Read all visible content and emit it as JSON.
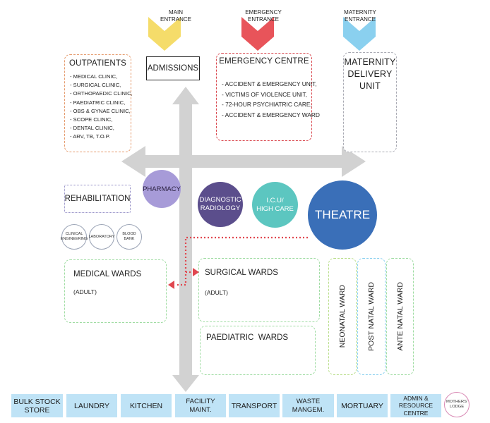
{
  "entrances": [
    {
      "label_line1": "MAIN",
      "label_line2": "ENTRANCE",
      "color": "#f5dc6a"
    },
    {
      "label_line1": "EMERGENCY",
      "label_line2": "ENTRANCE",
      "color": "#e8545a"
    },
    {
      "label_line1": "MATERNITY",
      "label_line2": "ENTRANCE",
      "color": "#8ad0ef"
    }
  ],
  "outpatients": {
    "title": "OUTPATIENTS",
    "color": "#e59a6c",
    "items": [
      "- MEDICAL CLINIC,",
      "- SURGICAL CLINIC,",
      "- ORTHOPAEDIC CLINIC,",
      "- PAEDIATRIC CLINIC,",
      "- OBS & GYNAE CLINIC,",
      "- SCOPE CLINIC,",
      "- DENTAL CLINIC,",
      "- ARV, TB, T.O.P."
    ]
  },
  "admissions": {
    "title": "ADMISSIONS"
  },
  "emergency_centre": {
    "title": "EMERGENCY CENTRE",
    "color": "#d9474e",
    "items": [
      "- ACCIDENT & EMERGENCY UNIT,",
      "- VICTIMS OF VIOLENCE UNIT,",
      "- 72-HOUR PSYCHIATRIC CARE,",
      "- ACCIDENT & EMERGENCY WARD"
    ]
  },
  "maternity": {
    "line1": "MATERNITY",
    "line2": "DELIVERY",
    "line3": "UNIT",
    "color": "#a9aab3"
  },
  "rehabilitation": {
    "title": "REHABILITATION",
    "color": "#8d87c2"
  },
  "pharmacy": {
    "label": "PHARMACY",
    "color": "#a79bd8"
  },
  "diagnostic_radiology": {
    "line1": "DIAGNOSTIC",
    "line2": "RADIOLOGY",
    "color": "#5b4e8c"
  },
  "icu": {
    "line1": "I.C.U/",
    "line2": "HIGH CARE",
    "color": "#5cc6c0"
  },
  "theatre": {
    "label": "THEATRE",
    "color": "#3a6fb8"
  },
  "support": [
    {
      "line1": "CLINICAL",
      "line2": "ENGINEERING"
    },
    {
      "line1": "LABORATORY",
      "line2": ""
    },
    {
      "line1": "BLOOD",
      "line2": "BANK"
    }
  ],
  "medical_wards": {
    "title": "MEDICAL WARDS",
    "sub": "(ADULT)",
    "color": "#9fdca2"
  },
  "surgical_wards": {
    "title": "SURGICAL WARDS",
    "sub": "(ADULT)",
    "color": "#9fdca2"
  },
  "paediatric_wards": {
    "title": "PAEDIATRIC  WARDS",
    "color": "#9fdca2"
  },
  "maternity_wards": [
    {
      "label": "NEONATAL WARD",
      "color": "#b9de8a"
    },
    {
      "label": "POST NATAL WARD",
      "color": "#8ad0ef"
    },
    {
      "label": "ANTE NATAL WARD",
      "color": "#9fdca2"
    }
  ],
  "services": [
    {
      "line1": "BULK STOCK",
      "line2": "STORE"
    },
    {
      "line1": "LAUNDRY",
      "line2": ""
    },
    {
      "line1": "KITCHEN",
      "line2": ""
    },
    {
      "line1": "FACILITY MAINT.",
      "line2": ""
    },
    {
      "line1": "TRANSPORT",
      "line2": ""
    },
    {
      "line1": "WASTE MANGEM.",
      "line2": ""
    },
    {
      "line1": "MORTUARY",
      "line2": ""
    },
    {
      "line1": "ADMIN &",
      "line2": "RESOURCE CENTRE"
    }
  ],
  "mothers_lodge": {
    "line1": "MOTHERS'",
    "line2": "LODGE",
    "color": "#d98ab5"
  },
  "colors": {
    "arrow": "#d2d2d2",
    "connector": "#e0474f",
    "service_bg": "#bfe3f6"
  }
}
